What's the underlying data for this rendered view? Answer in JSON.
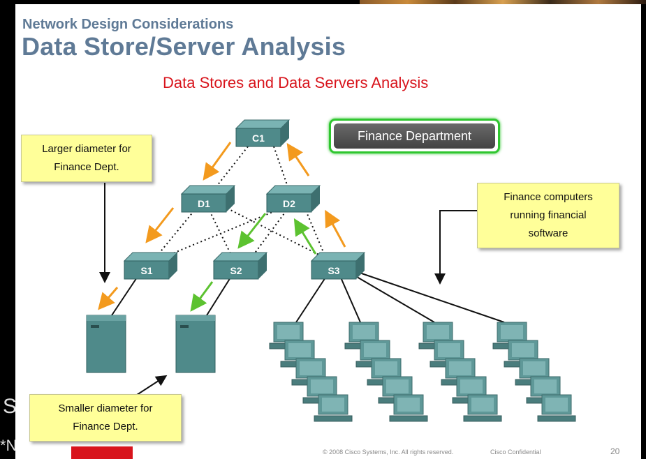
{
  "slide": {
    "subtitle": "Network Design Considerations",
    "title": "Data Store/Server Analysis",
    "caption": "Data Stores and Data Servers Analysis"
  },
  "devices": {
    "core": "C1",
    "distribution": [
      "D1",
      "D2"
    ],
    "access": [
      "S1",
      "S2",
      "S3"
    ]
  },
  "finance_badge": "Finance Department",
  "callouts": {
    "larger": "Larger diameter for\nFinance Dept.",
    "smaller": "Smaller diameter for\nFinance Dept.",
    "computers": "Finance computers\nrunning financial\nsoftware"
  },
  "footer": {
    "copyright": "© 2008 Cisco Systems, Inc. All rights reserved.",
    "confidential": "Cisco Confidential",
    "page_number": "20"
  },
  "colors": {
    "title": "#5f7a96",
    "caption": "#d8141c",
    "device": "#4f8a8a",
    "orange_arrow": "#f39a1e",
    "green_arrow": "#5cc230",
    "callout": "#ffff99",
    "badge_border": "#2fc62f"
  },
  "icons": [
    "switch-icon",
    "server-icon",
    "computer-icon",
    "arrow-icon"
  ]
}
